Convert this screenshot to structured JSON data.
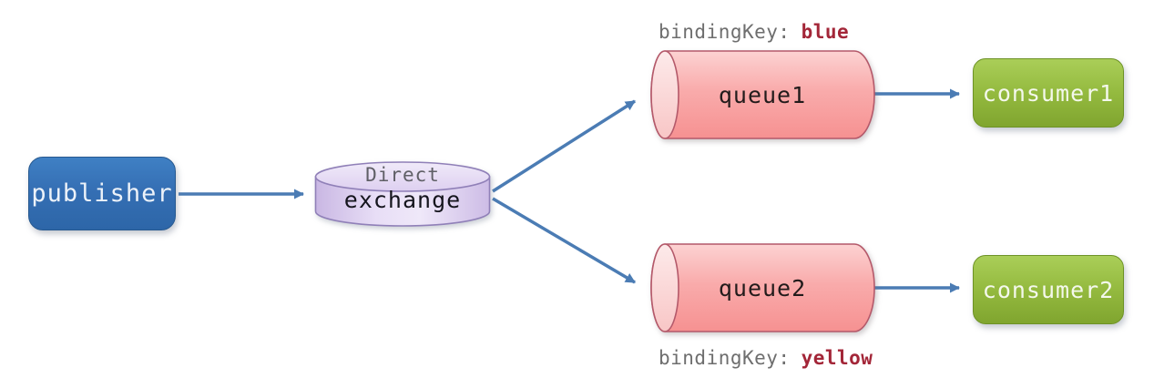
{
  "diagram": {
    "publisher": {
      "label": "publisher"
    },
    "exchange": {
      "type": "Direct",
      "label": "exchange"
    },
    "queues": [
      {
        "label": "queue1",
        "binding_key_label": "bindingKey:",
        "binding_key_value": "blue",
        "binding_position": "above"
      },
      {
        "label": "queue2",
        "binding_key_label": "bindingKey:",
        "binding_key_value": "yellow",
        "binding_position": "below"
      }
    ],
    "consumers": [
      {
        "label": "consumer1"
      },
      {
        "label": "consumer2"
      }
    ],
    "edges": [
      {
        "from": "publisher",
        "to": "exchange"
      },
      {
        "from": "exchange",
        "to": "queue1"
      },
      {
        "from": "exchange",
        "to": "queue2"
      },
      {
        "from": "queue1",
        "to": "consumer1"
      },
      {
        "from": "queue2",
        "to": "consumer2"
      }
    ],
    "colors": {
      "publisher_fill": "#3374b6",
      "consumer_fill": "#8fb43c",
      "queue_fill": "#f9a8a8",
      "queue_stroke": "#b4596a",
      "exchange_fill": "#e2d4f2",
      "exchange_stroke": "#9080b8",
      "arrow": "#4b7cb4",
      "binding_label_gray": "#6e6e6e",
      "binding_value_red": "#a32638",
      "background": "#ffffff"
    }
  }
}
